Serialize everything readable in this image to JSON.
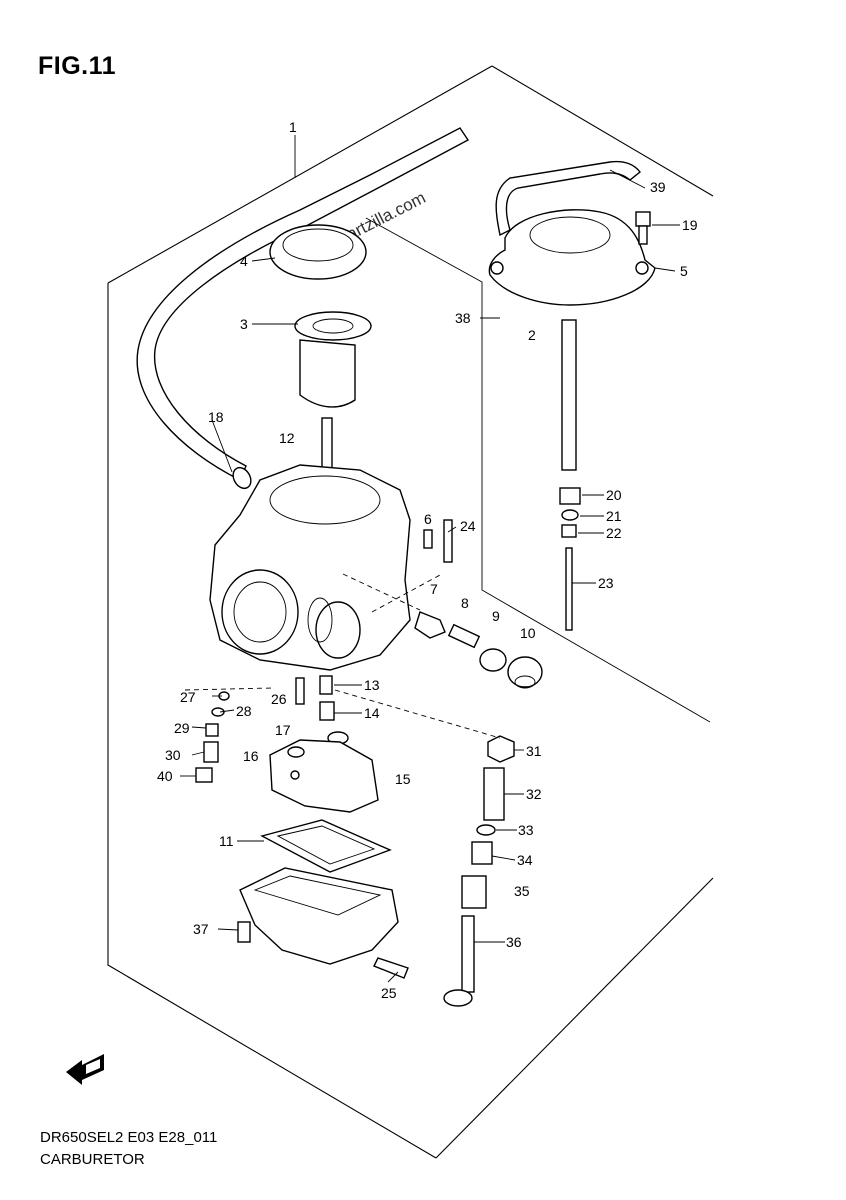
{
  "figure": {
    "title": "FIG.11",
    "watermark": "© Partzilla.com"
  },
  "footer": {
    "code": "DR650SEL2 E03 E28_011",
    "name": "CARBURETOR"
  },
  "icons": {
    "front_arrow": "front-direction-arrow-icon"
  },
  "callouts": [
    {
      "label": "1"
    },
    {
      "label": "39"
    },
    {
      "label": "19"
    },
    {
      "label": "4"
    },
    {
      "label": "5"
    },
    {
      "label": "3"
    },
    {
      "label": "38"
    },
    {
      "label": "2"
    },
    {
      "label": "18"
    },
    {
      "label": "12"
    },
    {
      "label": "20"
    },
    {
      "label": "21"
    },
    {
      "label": "22"
    },
    {
      "label": "6"
    },
    {
      "label": "24"
    },
    {
      "label": "7"
    },
    {
      "label": "8"
    },
    {
      "label": "23"
    },
    {
      "label": "9"
    },
    {
      "label": "10"
    },
    {
      "label": "27"
    },
    {
      "label": "26"
    },
    {
      "label": "28"
    },
    {
      "label": "13"
    },
    {
      "label": "14"
    },
    {
      "label": "29"
    },
    {
      "label": "17"
    },
    {
      "label": "16"
    },
    {
      "label": "30"
    },
    {
      "label": "31"
    },
    {
      "label": "15"
    },
    {
      "label": "40"
    },
    {
      "label": "32"
    },
    {
      "label": "11"
    },
    {
      "label": "33"
    },
    {
      "label": "34"
    },
    {
      "label": "35"
    },
    {
      "label": "37"
    },
    {
      "label": "36"
    },
    {
      "label": "25"
    }
  ]
}
